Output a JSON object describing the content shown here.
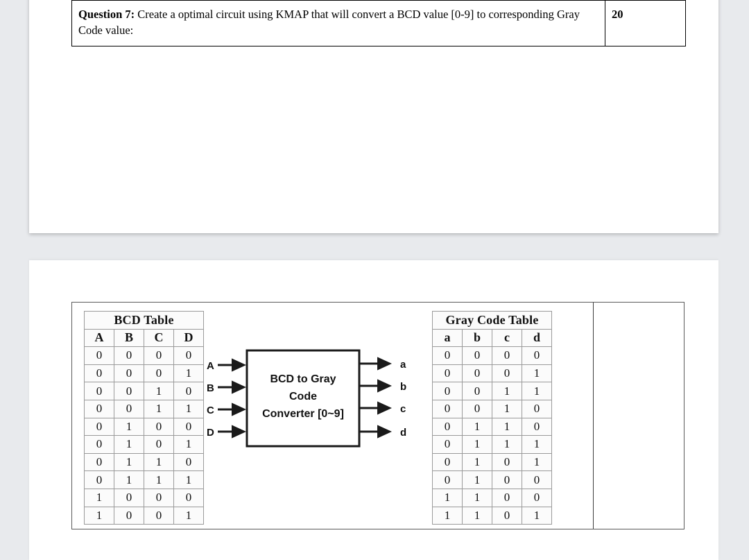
{
  "document": {
    "background_color": "#e8eaed",
    "page_color": "#ffffff"
  },
  "page1": {
    "question": {
      "label": "Question 7:",
      "text": " Create a optimal circuit using KMAP that will convert a BCD value [0-9] to corresponding Gray Code value:",
      "marks": "20"
    }
  },
  "page2": {
    "bcd_table": {
      "title": "BCD Table",
      "columns": [
        "A",
        "B",
        "C",
        "D"
      ],
      "rows": [
        [
          "0",
          "0",
          "0",
          "0"
        ],
        [
          "0",
          "0",
          "0",
          "1"
        ],
        [
          "0",
          "0",
          "1",
          "0"
        ],
        [
          "0",
          "0",
          "1",
          "1"
        ],
        [
          "0",
          "1",
          "0",
          "0"
        ],
        [
          "0",
          "1",
          "0",
          "1"
        ],
        [
          "0",
          "1",
          "1",
          "0"
        ],
        [
          "0",
          "1",
          "1",
          "1"
        ],
        [
          "1",
          "0",
          "0",
          "0"
        ],
        [
          "1",
          "0",
          "0",
          "1"
        ]
      ]
    },
    "gray_table": {
      "title": "Gray Code Table",
      "columns": [
        "a",
        "b",
        "c",
        "d"
      ],
      "rows": [
        [
          "0",
          "0",
          "0",
          "0"
        ],
        [
          "0",
          "0",
          "0",
          "1"
        ],
        [
          "0",
          "0",
          "1",
          "1"
        ],
        [
          "0",
          "0",
          "1",
          "0"
        ],
        [
          "0",
          "1",
          "1",
          "0"
        ],
        [
          "0",
          "1",
          "1",
          "1"
        ],
        [
          "0",
          "1",
          "0",
          "1"
        ],
        [
          "0",
          "1",
          "0",
          "0"
        ],
        [
          "1",
          "1",
          "0",
          "0"
        ],
        [
          "1",
          "1",
          "0",
          "1"
        ]
      ]
    },
    "diagram": {
      "block_label_line1": "BCD to Gray",
      "block_label_line2": "Code",
      "block_label_line3": "Converter [0~9]",
      "inputs": [
        "A",
        "B",
        "C",
        "D"
      ],
      "outputs": [
        "a",
        "b",
        "c",
        "d"
      ],
      "stroke_color": "#1a1a1a"
    }
  }
}
